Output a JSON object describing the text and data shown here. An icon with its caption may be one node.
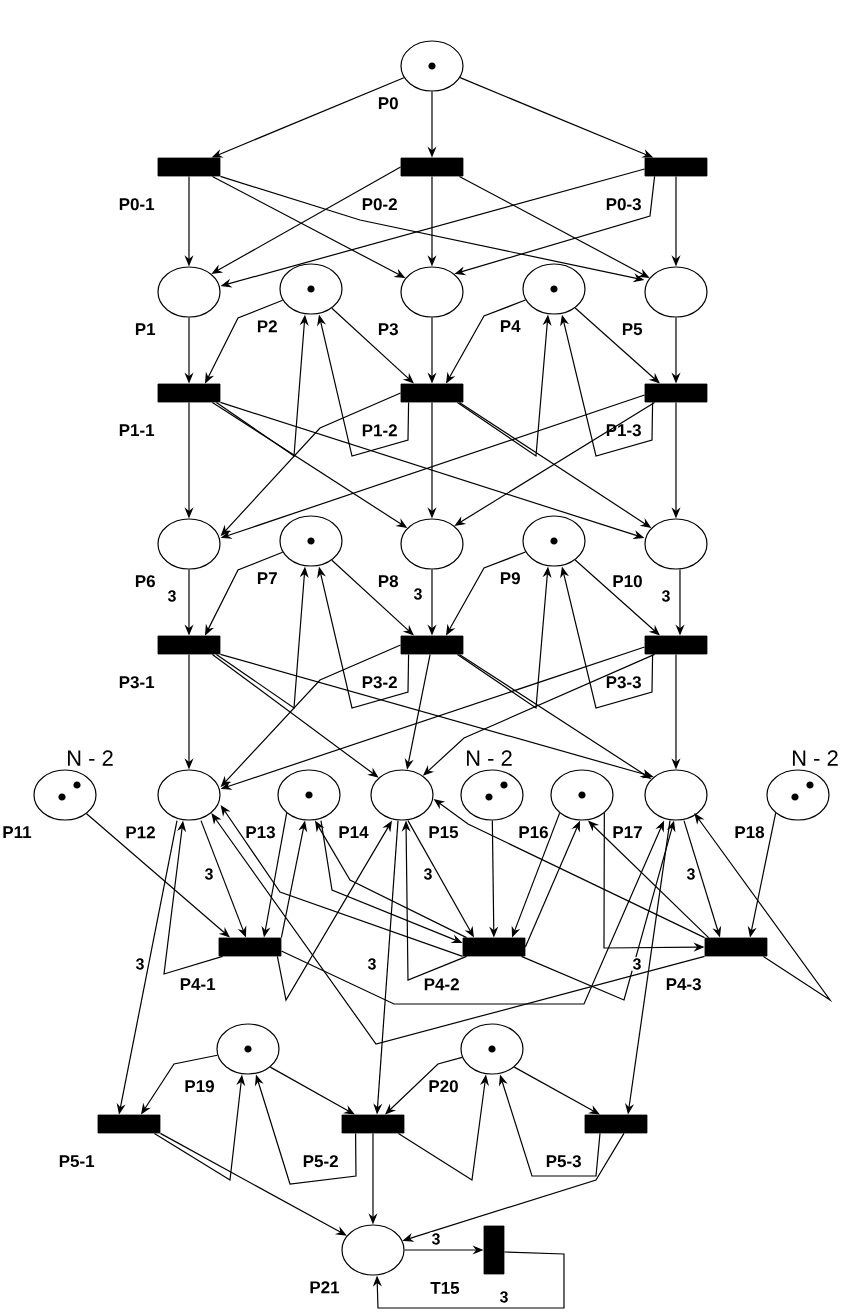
{
  "diagram": {
    "nodes": [
      {
        "text": [
          "P0"
        ]
      },
      {
        "text": [
          "P0-1"
        ]
      },
      {
        "text": [
          "P0-2"
        ]
      },
      {
        "text": [
          "P0-3"
        ]
      },
      {
        "text": [
          "P1"
        ]
      },
      {
        "text": [
          "P2"
        ]
      },
      {
        "text": [
          "P3"
        ]
      },
      {
        "text": [
          "P4"
        ]
      },
      {
        "text": [
          "P5"
        ]
      },
      {
        "text": [
          "P1-1"
        ]
      },
      {
        "text": [
          "P1-2"
        ]
      },
      {
        "text": [
          "P1-3"
        ]
      },
      {
        "text": [
          "P6"
        ]
      },
      {
        "text": [
          "P7"
        ]
      },
      {
        "text": [
          "P8"
        ]
      },
      {
        "text": [
          "P9"
        ]
      },
      {
        "text": [
          "P10"
        ]
      },
      {
        "text": [
          "P3-1"
        ]
      },
      {
        "text": [
          "P3-2"
        ]
      },
      {
        "text": [
          "P3-3"
        ]
      },
      {
        "text": [
          "P11"
        ],
        "beside": [
          "N - 2"
        ]
      },
      {
        "text": [
          "P12"
        ]
      },
      {
        "text": [
          "P13"
        ]
      },
      {
        "text": [
          "P14"
        ]
      },
      {
        "text": [
          "P15"
        ],
        "beside": [
          "N - 2"
        ]
      },
      {
        "text": [
          "P16"
        ]
      },
      {
        "text": [
          "P17"
        ]
      },
      {
        "text": [
          "P18"
        ],
        "beside": [
          "N - 2"
        ]
      },
      {
        "text": [
          "P4-1"
        ]
      },
      {
        "text": [
          "P4-2"
        ]
      },
      {
        "text": [
          "P4-3"
        ]
      },
      {
        "text": [
          "P19"
        ]
      },
      {
        "text": [
          "P20"
        ]
      },
      {
        "text": [
          "P5-1"
        ]
      },
      {
        "text": [
          "P5-2"
        ]
      },
      {
        "text": [
          "P5-3"
        ]
      },
      {
        "text": [
          "P21"
        ]
      },
      {
        "text": [
          "T15"
        ]
      }
    ],
    "edges": [
      {
        "from": 0,
        "to": 1,
        "arrow": "to"
      },
      {
        "from": 0,
        "to": 2,
        "arrow": "to"
      },
      {
        "from": 0,
        "to": 3,
        "arrow": "to"
      },
      {
        "from": 1,
        "to": 4,
        "arrow": "to"
      },
      {
        "from": 1,
        "to": 6,
        "arrow": "to"
      },
      {
        "from": 1,
        "to": 8,
        "arrow": "to"
      },
      {
        "from": 2,
        "to": 4,
        "arrow": "to"
      },
      {
        "from": 2,
        "to": 6,
        "arrow": "to"
      },
      {
        "from": 2,
        "to": 8,
        "arrow": "to"
      },
      {
        "from": 3,
        "to": 4,
        "arrow": "to"
      },
      {
        "from": 3,
        "to": 6,
        "arrow": "to"
      },
      {
        "from": 3,
        "to": 8,
        "arrow": "to"
      },
      {
        "from": 4,
        "to": 9,
        "arrow": "to"
      },
      {
        "from": 5,
        "to": 9,
        "arrow": "to"
      },
      {
        "from": 5,
        "to": 10,
        "arrow": "to"
      },
      {
        "from": 6,
        "to": 10,
        "arrow": "to"
      },
      {
        "from": 7,
        "to": 10,
        "arrow": "to"
      },
      {
        "from": 7,
        "to": 11,
        "arrow": "to"
      },
      {
        "from": 8,
        "to": 11,
        "arrow": "to"
      },
      {
        "from": 9,
        "to": 5,
        "arrow": "to"
      },
      {
        "from": 10,
        "to": 5,
        "arrow": "to"
      },
      {
        "from": 10,
        "to": 7,
        "arrow": "to"
      },
      {
        "from": 11,
        "to": 7,
        "arrow": "to"
      },
      {
        "from": 9,
        "to": 12,
        "arrow": "to"
      },
      {
        "from": 9,
        "to": 14,
        "arrow": "to"
      },
      {
        "from": 9,
        "to": 16,
        "arrow": "to"
      },
      {
        "from": 10,
        "to": 12,
        "arrow": "to"
      },
      {
        "from": 10,
        "to": 14,
        "arrow": "to"
      },
      {
        "from": 10,
        "to": 16,
        "arrow": "to"
      },
      {
        "from": 11,
        "to": 12,
        "arrow": "to"
      },
      {
        "from": 11,
        "to": 14,
        "arrow": "to"
      },
      {
        "from": 11,
        "to": 16,
        "arrow": "to"
      },
      {
        "from": 12,
        "to": 17,
        "arrow": "to",
        "label": "3"
      },
      {
        "from": 13,
        "to": 17,
        "arrow": "to"
      },
      {
        "from": 13,
        "to": 18,
        "arrow": "to"
      },
      {
        "from": 14,
        "to": 18,
        "arrow": "to",
        "label": "3"
      },
      {
        "from": 15,
        "to": 18,
        "arrow": "to"
      },
      {
        "from": 15,
        "to": 19,
        "arrow": "to"
      },
      {
        "from": 16,
        "to": 19,
        "arrow": "to",
        "label": "3"
      },
      {
        "from": 17,
        "to": 13,
        "arrow": "to"
      },
      {
        "from": 18,
        "to": 13,
        "arrow": "to"
      },
      {
        "from": 18,
        "to": 15,
        "arrow": "to"
      },
      {
        "from": 19,
        "to": 15,
        "arrow": "to"
      },
      {
        "from": 17,
        "to": 21,
        "arrow": "to"
      },
      {
        "from": 17,
        "to": 23,
        "arrow": "to"
      },
      {
        "from": 17,
        "to": 26,
        "arrow": "to"
      },
      {
        "from": 18,
        "to": 21,
        "arrow": "to"
      },
      {
        "from": 18,
        "to": 23,
        "arrow": "to"
      },
      {
        "from": 18,
        "to": 26,
        "arrow": "to"
      },
      {
        "from": 19,
        "to": 21,
        "arrow": "to"
      },
      {
        "from": 19,
        "to": 23,
        "arrow": "to"
      },
      {
        "from": 19,
        "to": 26,
        "arrow": "to"
      },
      {
        "from": 20,
        "to": 28,
        "arrow": "to"
      },
      {
        "from": 21,
        "to": 28,
        "arrow": "to",
        "label": "3"
      },
      {
        "from": 22,
        "to": 28,
        "arrow": "to"
      },
      {
        "from": 22,
        "to": 29,
        "arrow": "to"
      },
      {
        "from": 23,
        "to": 29,
        "arrow": "to",
        "label": "3"
      },
      {
        "from": 24,
        "to": 29,
        "arrow": "to"
      },
      {
        "from": 25,
        "to": 29,
        "arrow": "to"
      },
      {
        "from": 25,
        "to": 30,
        "arrow": "to"
      },
      {
        "from": 26,
        "to": 30,
        "arrow": "to",
        "label": "3"
      },
      {
        "from": 27,
        "to": 30,
        "arrow": "to"
      },
      {
        "from": 28,
        "to": 22,
        "arrow": "to"
      },
      {
        "from": 29,
        "to": 22,
        "arrow": "to"
      },
      {
        "from": 29,
        "to": 25,
        "arrow": "to"
      },
      {
        "from": 30,
        "to": 25,
        "arrow": "to"
      },
      {
        "from": 28,
        "to": 21,
        "arrow": "to"
      },
      {
        "from": 28,
        "to": 23,
        "arrow": "to"
      },
      {
        "from": 28,
        "to": 26,
        "arrow": "to"
      },
      {
        "from": 29,
        "to": 21,
        "arrow": "to"
      },
      {
        "from": 29,
        "to": 23,
        "arrow": "to"
      },
      {
        "from": 29,
        "to": 26,
        "arrow": "to"
      },
      {
        "from": 30,
        "to": 21,
        "arrow": "to"
      },
      {
        "from": 30,
        "to": 23,
        "arrow": "to"
      },
      {
        "from": 30,
        "to": 26,
        "arrow": "to"
      },
      {
        "from": 21,
        "to": 33,
        "arrow": "to",
        "label": "3"
      },
      {
        "from": 31,
        "to": 33,
        "arrow": "to"
      },
      {
        "from": 31,
        "to": 34,
        "arrow": "to"
      },
      {
        "from": 23,
        "to": 34,
        "arrow": "to",
        "label": "3"
      },
      {
        "from": 32,
        "to": 34,
        "arrow": "to"
      },
      {
        "from": 32,
        "to": 35,
        "arrow": "to"
      },
      {
        "from": 26,
        "to": 35,
        "arrow": "to",
        "label": "3"
      },
      {
        "from": 33,
        "to": 31,
        "arrow": "to"
      },
      {
        "from": 34,
        "to": 31,
        "arrow": "to"
      },
      {
        "from": 34,
        "to": 32,
        "arrow": "to"
      },
      {
        "from": 35,
        "to": 32,
        "arrow": "to"
      },
      {
        "from": 33,
        "to": 36,
        "arrow": "to"
      },
      {
        "from": 34,
        "to": 36,
        "arrow": "to"
      },
      {
        "from": 35,
        "to": 36,
        "arrow": "to"
      },
      {
        "from": 36,
        "to": 37,
        "arrow": "to",
        "label": "3"
      },
      {
        "from": 37,
        "to": 36,
        "arrow": "to",
        "label": "3"
      }
    ]
  }
}
